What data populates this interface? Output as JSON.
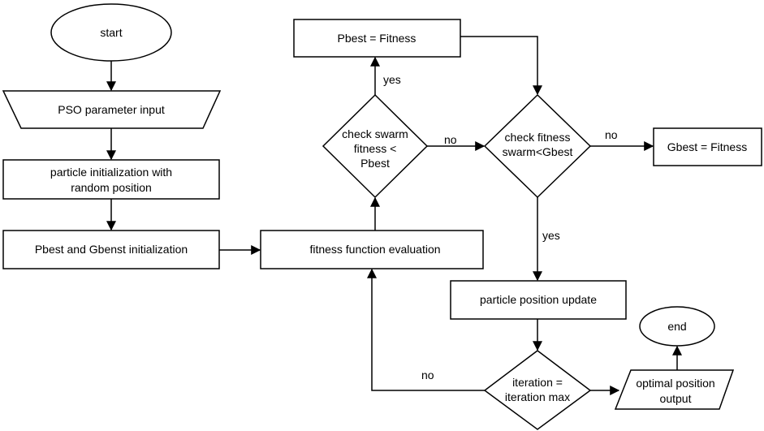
{
  "diagram": {
    "nodes": {
      "start": "start",
      "pso_input": "PSO parameter input",
      "particle_init_1": "particle initialization with",
      "particle_init_2": "random position",
      "pbest_gbest_init": "Pbest and Gbenst initialization",
      "fitness_eval": "fitness function evaluation",
      "check_swarm_1": "check swarm",
      "check_swarm_2": "fitness <",
      "check_swarm_3": "Pbest",
      "pbest_eq": "Pbest = Fitness",
      "check_fitness_1": "check fitness",
      "check_fitness_2": "swarm<Gbest",
      "gbest_eq": "Gbest = Fitness",
      "position_update": "particle position update",
      "iteration_1": "iteration =",
      "iteration_2": "iteration max",
      "optimal_1": "optimal position",
      "optimal_2": "output",
      "end": "end"
    },
    "edge_labels": {
      "yes_pbest": "yes",
      "no_to_check_fitness": "no",
      "no_to_gbest": "no",
      "yes_to_update": "yes",
      "no_loop": "no"
    }
  }
}
